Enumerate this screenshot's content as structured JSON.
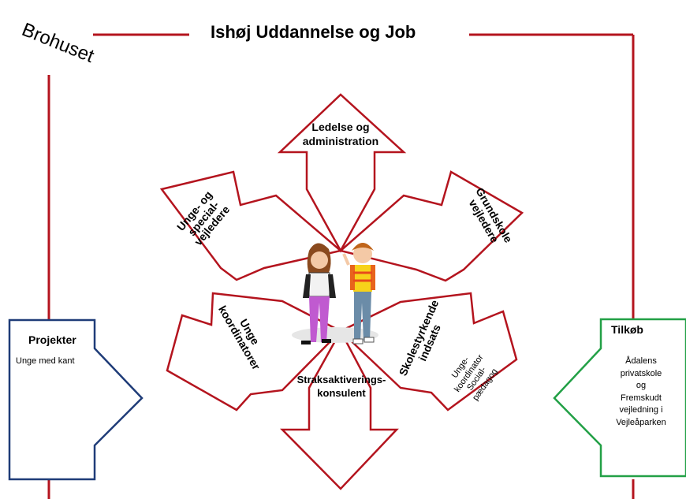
{
  "title": "Ishøj Uddannelse og Job",
  "stamp": "Brohuset",
  "center_top": [
    "Ledelse og",
    "administration"
  ],
  "upper_left": [
    "Unge- og",
    "special-",
    "vejledere"
  ],
  "upper_right": [
    "Grundskole",
    "vejledere"
  ],
  "lower_left": [
    "Unge",
    "koordinatorer"
  ],
  "lower_right_main": [
    "Skolestyrkende",
    "indsats"
  ],
  "lower_right_sub": [
    "Unge-",
    "koordinator",
    "Social-",
    "pædagog"
  ],
  "center_bottom": [
    "Straksaktiverings-",
    "konsulent"
  ],
  "projekter": {
    "title": "Projekter",
    "text": "Unge med kant"
  },
  "tilkob": {
    "title": "Tilkøb",
    "lines": [
      "Ådalens",
      "privatskole",
      "og",
      "Fremskudt",
      "vejledning i",
      "Vejleåparken"
    ]
  },
  "colors": {
    "red": "#b4141e",
    "blue": "#1f3c78",
    "green": "#22a046"
  }
}
